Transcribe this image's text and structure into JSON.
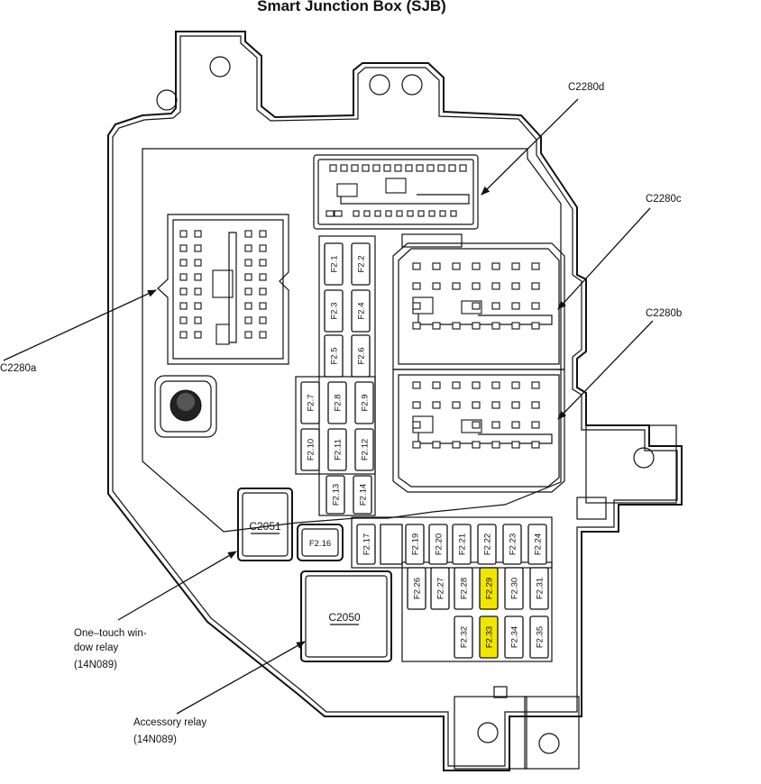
{
  "title": "Smart Junction Box (SJB)",
  "labels": {
    "c2280d": "C2280d",
    "c2280c": "C2280c",
    "c2280b": "C2280b",
    "c2280a": "C2280a",
    "one_touch": [
      "One–touch win-",
      "dow relay",
      "(14N089)"
    ],
    "accessory": [
      "Accessory relay",
      "(14N089)"
    ]
  },
  "relays": {
    "c2051": "C2051",
    "c2050": "C2050"
  },
  "colors": {
    "highlight": "#f2e600",
    "line": "#111111"
  },
  "fuses": {
    "upper": [
      "F2.1",
      "F2.2",
      "F2.3",
      "F2.4",
      "F2.5",
      "F2.6"
    ],
    "mid": [
      "F2.7",
      "F2.8",
      "F2.9",
      "F2.10",
      "F2.11",
      "F2.12"
    ],
    "small": [
      "F2.13",
      "F2.14"
    ],
    "big": [
      "F2.16"
    ],
    "lower": [
      "F2.17",
      "F2.19",
      "F2.20",
      "F2.21",
      "F2.22",
      "F2.23",
      "F2.24"
    ],
    "row2": [
      "F2.26",
      "F2.27",
      "F2.28",
      "F2.29",
      "F2.30",
      "F2.31"
    ],
    "row3": [
      "F2.32",
      "F2.33",
      "F2.34",
      "F2.35"
    ],
    "highlighted": [
      "F2.29",
      "F2.33"
    ]
  }
}
